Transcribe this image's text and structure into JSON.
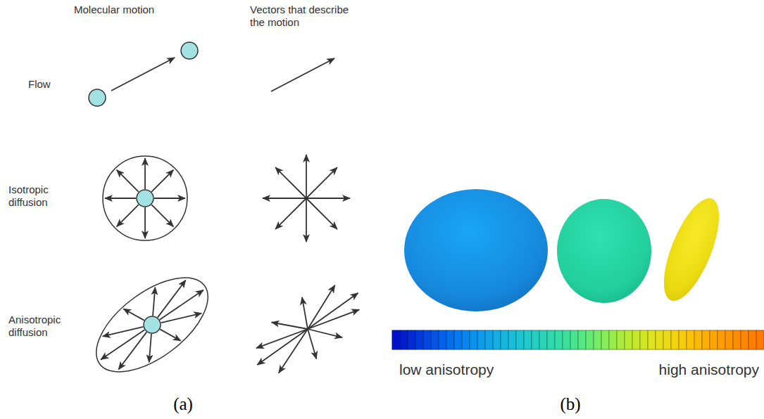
{
  "diagram": {
    "labels": [
      "Molecular motion",
      "Vectors that describe the motion",
      "Flow",
      "Isotropic diffusion",
      "Anisotropic diffusion",
      "(a)",
      "low anisotropy",
      "high anisotropy",
      "(b)"
    ]
  }
}
